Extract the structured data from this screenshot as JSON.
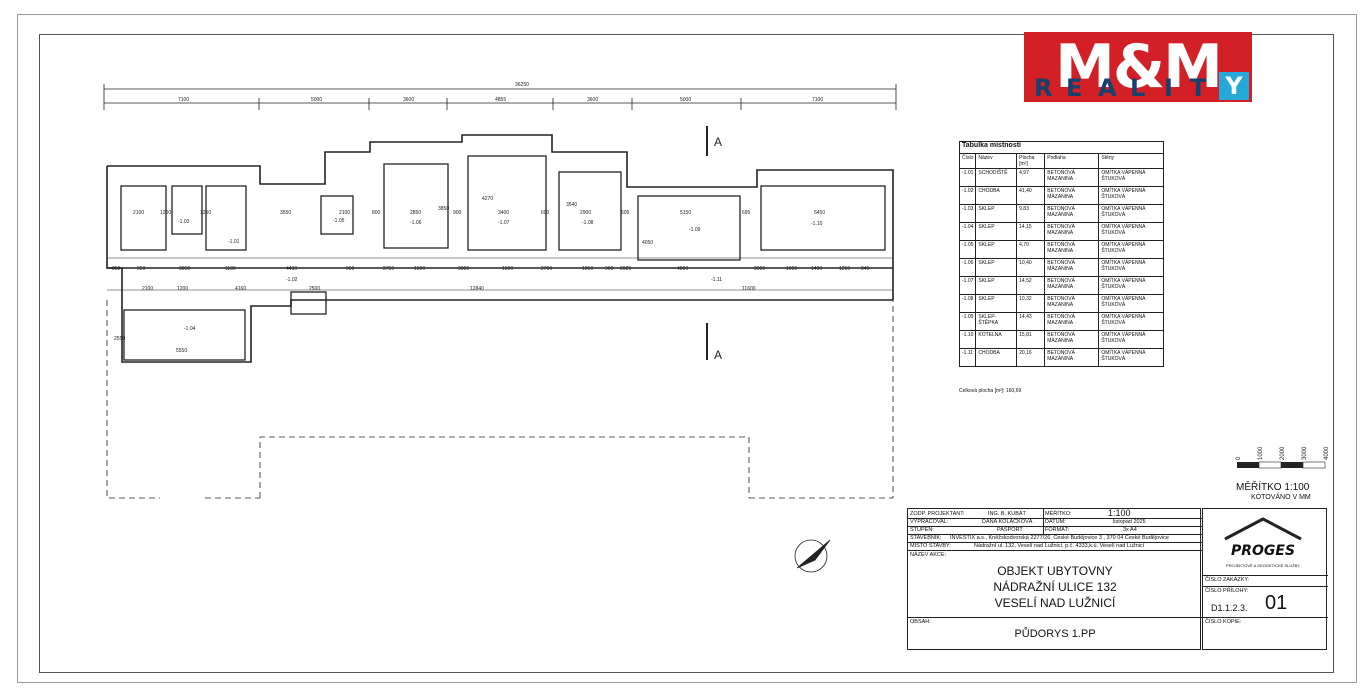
{
  "logo": {
    "top_text": "M&M",
    "bottom_letters": [
      "R",
      "E",
      "A",
      "L",
      "I",
      "T",
      "Y"
    ],
    "colors": {
      "red": "#d31f26",
      "navy": "#15416e",
      "cyan": "#25a9d9"
    }
  },
  "plan": {
    "overall_dim": "36250",
    "top_dims": [
      "7100",
      "5000",
      "3600",
      "4855",
      "3600",
      "5000",
      "7100"
    ],
    "section_mark": "A",
    "room_labels": [
      "-1.01",
      "-1.02",
      "-1.03",
      "-1.04",
      "-1.05",
      "-1.06",
      "-1.07",
      "-1.08",
      "-1.09",
      "-1.10",
      "-1.11"
    ],
    "inner_dims_row1": [
      "2100",
      "1200",
      "1250",
      "3550",
      "2100",
      "800",
      "2850",
      "900",
      "3400",
      "600",
      "2900",
      "605",
      "5150",
      "695",
      "5450"
    ],
    "inner_dims_row2": [
      "850",
      "950",
      "3050",
      "1180",
      "4430",
      "950",
      "2750",
      "1000",
      "3000",
      "1000",
      "2700",
      "1050",
      "900",
      "2025",
      "4800",
      "2000",
      "1000",
      "1400",
      "1250",
      "845"
    ],
    "inner_dims_row3": [
      "2100",
      "1200",
      "4160",
      "2500",
      "12840",
      "11600"
    ],
    "extra_dims": [
      "5550",
      "2550",
      "3850",
      "4270",
      "3540",
      "4050"
    ]
  },
  "room_table": {
    "title": "Tabulka místností",
    "headers": [
      "Číslo",
      "Název",
      "Plocha [m²]",
      "Podlaha",
      "Stěny"
    ],
    "rows": [
      [
        "-1.01",
        "SCHODIŠTĚ",
        "4,97",
        "BETONOVÁ MAZANINA",
        "OMÍTKA VÁPENNÁ ŠTUKOVÁ"
      ],
      [
        "-1.02",
        "CHODBA",
        "41,40",
        "BETONOVÁ MAZANINA",
        "OMÍTKA VÁPENNÁ ŠTUKOVÁ"
      ],
      [
        "-1.03",
        "SKLEP",
        "9,83",
        "BETONOVÁ MAZANINA",
        "OMÍTKA VÁPENNÁ ŠTUKOVÁ"
      ],
      [
        "-1.04",
        "SKLEP",
        "14,15",
        "BETONOVÁ MAZANINA",
        "OMÍTKA VÁPENNÁ ŠTUKOVÁ"
      ],
      [
        "-1.05",
        "SKLEP",
        "4,70",
        "BETONOVÁ MAZANINA",
        "OMÍTKA VÁPENNÁ ŠTUKOVÁ"
      ],
      [
        "-1.06",
        "SKLEP",
        "10,40",
        "BETONOVÁ MAZANINA",
        "OMÍTKA VÁPENNÁ ŠTUKOVÁ"
      ],
      [
        "-1.07",
        "SKLEP",
        "14,52",
        "BETONOVÁ MAZANINA",
        "OMÍTKA VÁPENNÁ ŠTUKOVÁ"
      ],
      [
        "-1.08",
        "SKLEP",
        "10,32",
        "BETONOVÁ MAZANINA",
        "OMÍTKA VÁPENNÁ ŠTUKOVÁ"
      ],
      [
        "-1.09",
        "SKLEP-ŠTĚPKA",
        "14,43",
        "BETONOVÁ MAZANINA",
        "OMÍTKA VÁPENNÁ ŠTUKOVÁ"
      ],
      [
        "-1.10",
        "KOTELNA",
        "15,81",
        "BETONOVÁ MAZANINA",
        "OMÍTKA VÁPENNÁ ŠTUKOVÁ"
      ],
      [
        "-1.11",
        "CHODBA",
        "20,16",
        "BETONOVÁ MAZANINA",
        "OMÍTKA VÁPENNÁ ŠTUKOVÁ"
      ]
    ],
    "total": "Celková plocha [m²]: 160,69"
  },
  "scale": {
    "ticks": [
      "0",
      "1000",
      "2000",
      "3000",
      "4000"
    ],
    "title": "MĚŘÍTKO 1:100",
    "subtitle": "KÓTOVÁNO V MM"
  },
  "title_block": {
    "zodp_label": "ZODP. PROJEKTANT:",
    "zodp_value": "ING. B. KUBÁT",
    "vyprac_label": "VYPRACOVAL:",
    "vyprac_value": "DANA KOLÁČKOVÁ",
    "stupen_label": "STUPEŇ:",
    "stupen_value": "PASPORT",
    "meritko_label": "MĚŘÍTKO:",
    "meritko_value": "1:100",
    "datum_label": "DATUM:",
    "datum_value": "listopad 2025",
    "format_label": "FORMÁT:",
    "format_value": "3x A4",
    "stavebnik_label": "STAVEBNÍK:",
    "stavebnik_value": "INVESTIX a.s., Kněžskodvorská 2277/26, České Budějovice 3 , 370 04 České Budějovice",
    "misto_label": "MÍSTO STAVBY:",
    "misto_value": "Nádražní ul. 132, Veselí nad Lužnicí, p.č. 4333,k.ú. Veselí nad Lužnicí",
    "nazev_label": "NÁZEV AKCE:",
    "nazev_lines": [
      "OBJEKT UBYTOVNY",
      "NÁDRAŽNÍ ULICE 132",
      "VESELÍ NAD LUŽNICÍ"
    ],
    "obsah_label": "OBSAH:",
    "obsah_value": "PŮDORYS 1.PP",
    "company_logo": "PROGES",
    "company_sub": "PROJEKTOVÉ A GEODETICKÉ SLUŽBY",
    "zakazka_label": "ČÍSLO ZAKÁZKY:",
    "priloha_label": "ČÍSLO PŘÍLOHY:",
    "priloha_value": "D1.1.2.3.",
    "sheet_no": "01",
    "kopie_label": "ČÍSLO KOPIE:"
  }
}
